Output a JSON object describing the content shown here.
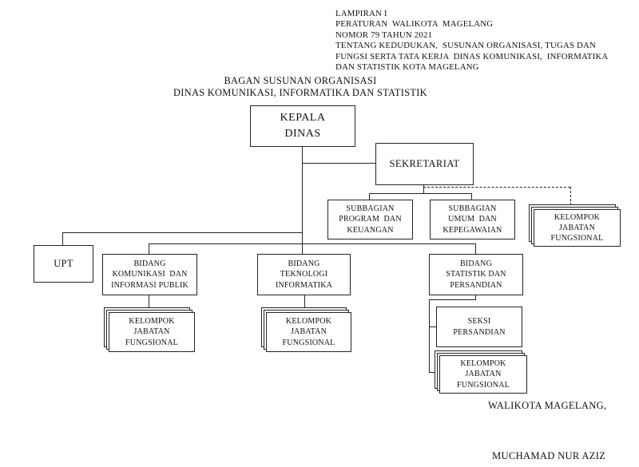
{
  "document": {
    "lampiran_lines": [
      "LAMPIRAN I",
      "PERATURAN  WALIKOTA  MAGELANG",
      "NOMOR 79 TAHUN 2021",
      "TENTANG KEDUDUKAN,  SUSUNAN ORGANISASI, TUGAS DAN",
      "FUNGSI SERTA TATA KERJA  DINAS KOMUNIKASI,  INFORMATIKA",
      "DAN STATISTIK KOTA MAGELANG"
    ],
    "title_line1": "BAGAN SUSUNAN ORGANISASI",
    "title_line2": "DINAS KOMUNIKASI, INFORMATIKA DAN STATISTIK",
    "signature_title": "WALIKOTA MAGELANG,",
    "signature_name": "MUCHAMAD NUR AZIZ"
  },
  "org": {
    "kepala_dinas": "KEPALA\nDINAS",
    "sekretariat": "SEKRETARIAT",
    "subbagian_program": "SUBBAGIAN\nPROGRAM  DAN\nKEUANGAN",
    "subbagian_umum": "SUBBAGIAN\nUMUM  DAN\nKEPEGAWAIAN",
    "kelompok_jabatan": "KELOMPOK\nJABATAN\nFUNGSIONAL",
    "upt": "UPT",
    "bidang_komunikasi": "BIDANG\nKOMUNIKASI  DAN\nINFORMASI PUBLIK",
    "bidang_teknologi": "BIDANG\nTEKNOLOGI\nINFORMATIKA",
    "bidang_statistik": "BIDANG\nSTATISTIK DAN\nPERSANDIAN",
    "seksi_persandian": "SEKSI\nPERSANDIAN"
  },
  "colors": {
    "line": "#242424",
    "text": "#111111",
    "background": "#ffffff"
  }
}
